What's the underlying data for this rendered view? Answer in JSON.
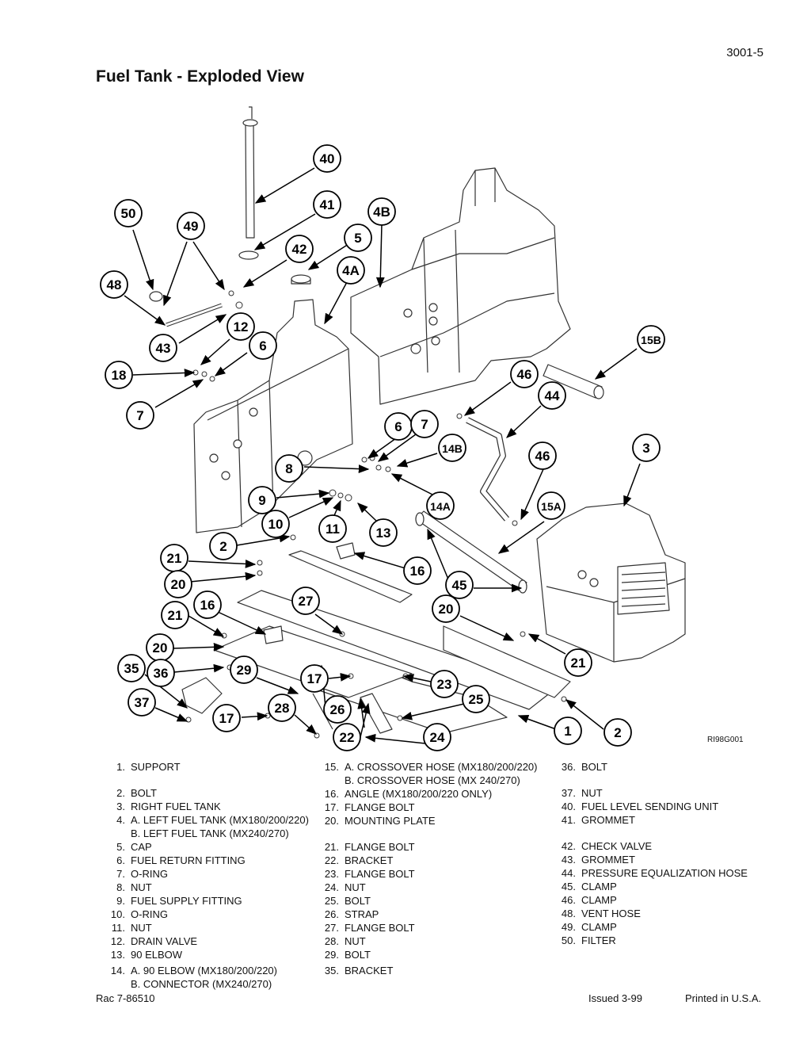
{
  "header": {
    "page_number": "3001-5",
    "title": "Fuel Tank - Exploded View"
  },
  "figure": {
    "code": "RI98G001",
    "callouts": [
      "40",
      "41",
      "50",
      "49",
      "4B",
      "5",
      "42",
      "4A",
      "48",
      "12",
      "43",
      "6",
      "18",
      "7",
      "15B",
      "46",
      "44",
      "6",
      "7",
      "14B",
      "46",
      "3",
      "8",
      "14A",
      "15A",
      "9",
      "10",
      "11",
      "13",
      "2",
      "21",
      "16",
      "20",
      "45",
      "27",
      "21",
      "16",
      "20",
      "20",
      "21",
      "35",
      "36",
      "29",
      "17",
      "23",
      "37",
      "28",
      "26",
      "25",
      "17",
      "22",
      "24",
      "1",
      "2"
    ]
  },
  "legend": {
    "col1": [
      {
        "num": "1.",
        "text": "SUPPORT"
      },
      {
        "num": "2.",
        "text": "BOLT"
      },
      {
        "num": "3.",
        "text": "RIGHT FUEL TANK"
      },
      {
        "num": "4.",
        "text": "A. LEFT FUEL TANK (MX180/200/220)"
      },
      {
        "num": "",
        "text": "B. LEFT FUEL TANK (MX240/270)"
      },
      {
        "num": "5.",
        "text": "CAP"
      },
      {
        "num": "6.",
        "text": "FUEL RETURN FITTING"
      },
      {
        "num": "7.",
        "text": "O-RING"
      },
      {
        "num": "8.",
        "text": "NUT"
      },
      {
        "num": "9.",
        "text": "FUEL SUPPLY FITTING"
      },
      {
        "num": "10.",
        "text": "O-RING"
      },
      {
        "num": "11.",
        "text": "NUT"
      },
      {
        "num": "12.",
        "text": "DRAIN VALVE"
      },
      {
        "num": "13.",
        "text": "90 ELBOW"
      },
      {
        "num": "14.",
        "text": "A. 90 ELBOW (MX180/200/220)"
      },
      {
        "num": "",
        "text": "B. CONNECTOR (MX240/270)"
      }
    ],
    "col2": [
      {
        "num": "15.",
        "text": "A. CROSSOVER HOSE (MX180/200/220)"
      },
      {
        "num": "",
        "text": "B. CROSSOVER HOSE (MX 240/270)"
      },
      {
        "num": "16.",
        "text": "ANGLE (MX180/200/220 ONLY)"
      },
      {
        "num": "17.",
        "text": "FLANGE BOLT"
      },
      {
        "num": "20.",
        "text": "MOUNTING PLATE"
      },
      {
        "num": "21.",
        "text": "FLANGE BOLT"
      },
      {
        "num": "22.",
        "text": "BRACKET"
      },
      {
        "num": "23.",
        "text": "FLANGE BOLT"
      },
      {
        "num": "24.",
        "text": "NUT"
      },
      {
        "num": "25.",
        "text": "BOLT"
      },
      {
        "num": "26.",
        "text": "STRAP"
      },
      {
        "num": "27.",
        "text": "FLANGE BOLT"
      },
      {
        "num": "28.",
        "text": "NUT"
      },
      {
        "num": "29.",
        "text": "BOLT"
      },
      {
        "num": "35.",
        "text": "BRACKET"
      }
    ],
    "col3": [
      {
        "num": "36.",
        "text": "BOLT"
      },
      {
        "num": "37.",
        "text": "NUT"
      },
      {
        "num": "40.",
        "text": "FUEL LEVEL SENDING UNIT"
      },
      {
        "num": "41.",
        "text": "GROMMET"
      },
      {
        "num": "42.",
        "text": "CHECK VALVE"
      },
      {
        "num": "43.",
        "text": "GROMMET"
      },
      {
        "num": "44.",
        "text": "PRESSURE EQUALIZATION HOSE"
      },
      {
        "num": "45.",
        "text": "CLAMP"
      },
      {
        "num": "46.",
        "text": "CLAMP"
      },
      {
        "num": "48.",
        "text": "VENT HOSE"
      },
      {
        "num": "49.",
        "text": "CLAMP"
      },
      {
        "num": "50.",
        "text": "FILTER"
      }
    ]
  },
  "footer": {
    "doc_number": "Rac 7-86510",
    "issued": "Issued 3-99",
    "printed": "Printed in U.S.A."
  }
}
